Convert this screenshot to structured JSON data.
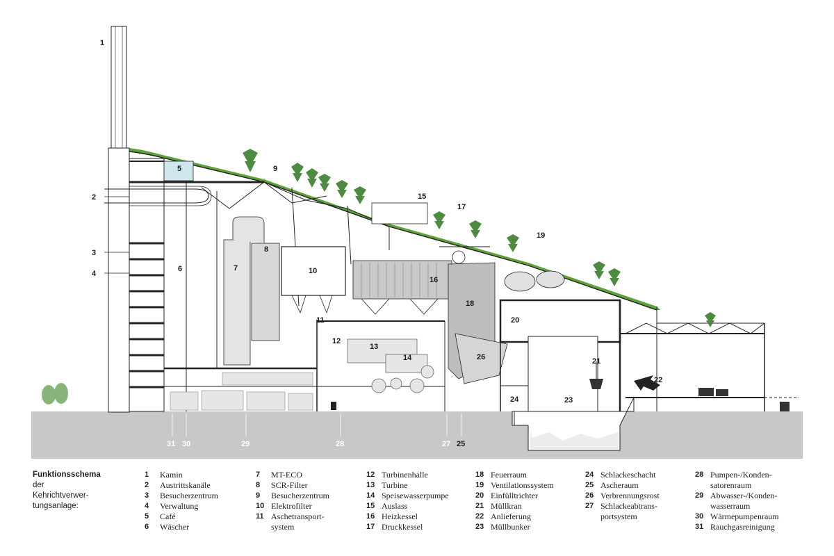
{
  "diagram": {
    "labels": [
      {
        "n": "1"
      },
      {
        "n": "2"
      },
      {
        "n": "3"
      },
      {
        "n": "4"
      },
      {
        "n": "5"
      },
      {
        "n": "6"
      },
      {
        "n": "7"
      },
      {
        "n": "8"
      },
      {
        "n": "9"
      },
      {
        "n": "10"
      },
      {
        "n": "11"
      },
      {
        "n": "12"
      },
      {
        "n": "13"
      },
      {
        "n": "14"
      },
      {
        "n": "15"
      },
      {
        "n": "16"
      },
      {
        "n": "17"
      },
      {
        "n": "18"
      },
      {
        "n": "19"
      },
      {
        "n": "20"
      },
      {
        "n": "21"
      },
      {
        "n": "22"
      },
      {
        "n": "23"
      },
      {
        "n": "24"
      },
      {
        "n": "25"
      },
      {
        "n": "26"
      },
      {
        "n": "27"
      },
      {
        "n": "28"
      },
      {
        "n": "29"
      },
      {
        "n": "30"
      },
      {
        "n": "31"
      }
    ]
  },
  "colors": {
    "ground": "#c8c8c8",
    "roof_green": "#5da33a",
    "structure": "#222222",
    "tree": "#4f8a43",
    "blue_room": "#cfe6ef"
  },
  "legend": {
    "title_bold": "Funktionsschema",
    "title_rest": "der Kehrichtverwer-\ntungsanlage:",
    "columns": [
      [
        {
          "n": "1",
          "t": "Kamin"
        },
        {
          "n": "2",
          "t": "Austrittskanäle"
        },
        {
          "n": "3",
          "t": "Besucherzentrum"
        },
        {
          "n": "4",
          "t": "Verwaltung"
        },
        {
          "n": "5",
          "t": "Café"
        },
        {
          "n": "6",
          "t": "Wäscher"
        }
      ],
      [
        {
          "n": "7",
          "t": "MT-ECO"
        },
        {
          "n": "8",
          "t": "SCR-Filter"
        },
        {
          "n": "9",
          "t": "Besucherzentrum"
        },
        {
          "n": "10",
          "t": "Elektrofilter"
        },
        {
          "n": "11",
          "t": "Aschetransport-\nsystem"
        }
      ],
      [
        {
          "n": "12",
          "t": "Turbinenhalle"
        },
        {
          "n": "13",
          "t": "Turbine"
        },
        {
          "n": "14",
          "t": "Speisewasserpumpe"
        },
        {
          "n": "15",
          "t": "Auslass"
        },
        {
          "n": "16",
          "t": "Heizkessel"
        },
        {
          "n": "17",
          "t": "Druckkessel"
        }
      ],
      [
        {
          "n": "18",
          "t": "Feuerraum"
        },
        {
          "n": "19",
          "t": "Ventilationssystem"
        },
        {
          "n": "20",
          "t": "Einfülltrichter"
        },
        {
          "n": "21",
          "t": "Müllkran"
        },
        {
          "n": "22",
          "t": "Anlieferung"
        },
        {
          "n": "23",
          "t": "Müllbunker"
        }
      ],
      [
        {
          "n": "24",
          "t": "Schlackeschacht"
        },
        {
          "n": "25",
          "t": "Ascheraum"
        },
        {
          "n": "26",
          "t": "Verbrennungsrost"
        },
        {
          "n": "27",
          "t": "Schlackeabtrans-\nportsystem"
        }
      ],
      [
        {
          "n": "28",
          "t": "Pumpen-/Konden-\nsatorenraum"
        },
        {
          "n": "29",
          "t": "Abwasser-/Konden-\nwasserraum"
        },
        {
          "n": "30",
          "t": "Wärmepumpenraum"
        },
        {
          "n": "31",
          "t": "Rauchgasreinigung"
        }
      ]
    ]
  }
}
